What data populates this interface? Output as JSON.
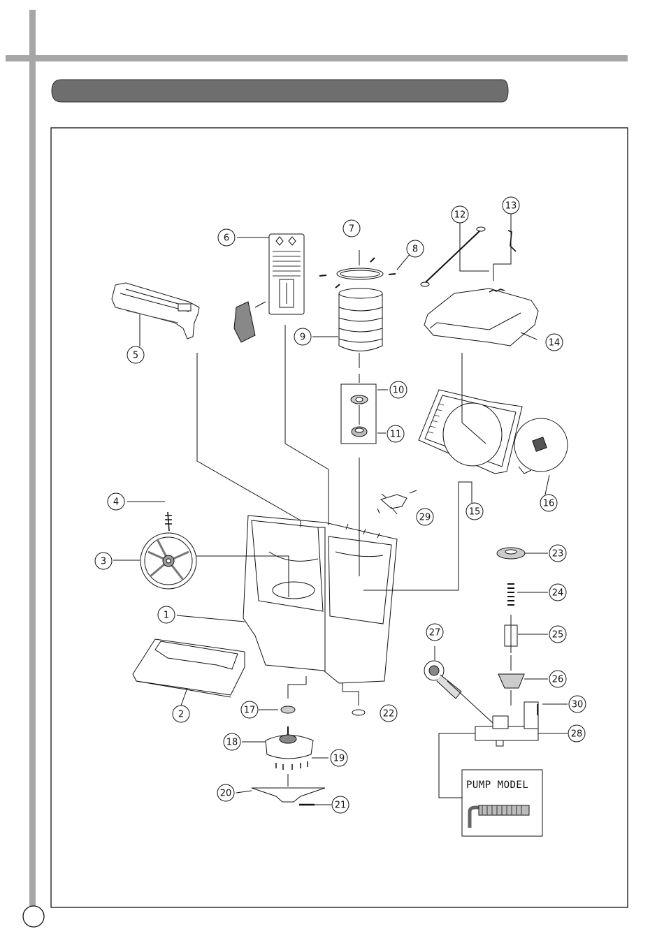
{
  "header": {
    "title": ""
  },
  "callouts": [
    {
      "n": "1"
    },
    {
      "n": "2"
    },
    {
      "n": "3"
    },
    {
      "n": "4"
    },
    {
      "n": "5"
    },
    {
      "n": "6"
    },
    {
      "n": "7"
    },
    {
      "n": "8"
    },
    {
      "n": "9"
    },
    {
      "n": "10"
    },
    {
      "n": "11"
    },
    {
      "n": "12"
    },
    {
      "n": "13"
    },
    {
      "n": "14"
    },
    {
      "n": "15"
    },
    {
      "n": "16"
    },
    {
      "n": "17"
    },
    {
      "n": "18"
    },
    {
      "n": "19"
    },
    {
      "n": "20"
    },
    {
      "n": "21"
    },
    {
      "n": "22"
    },
    {
      "n": "23"
    },
    {
      "n": "24"
    },
    {
      "n": "25"
    },
    {
      "n": "26"
    },
    {
      "n": "27"
    },
    {
      "n": "28"
    },
    {
      "n": "29"
    },
    {
      "n": "30"
    }
  ],
  "pump_box": {
    "label": "PUMP MODEL"
  },
  "colors": {
    "rule": "#a6a6a6",
    "banner": "#6e6e6e",
    "line": "#111111"
  }
}
